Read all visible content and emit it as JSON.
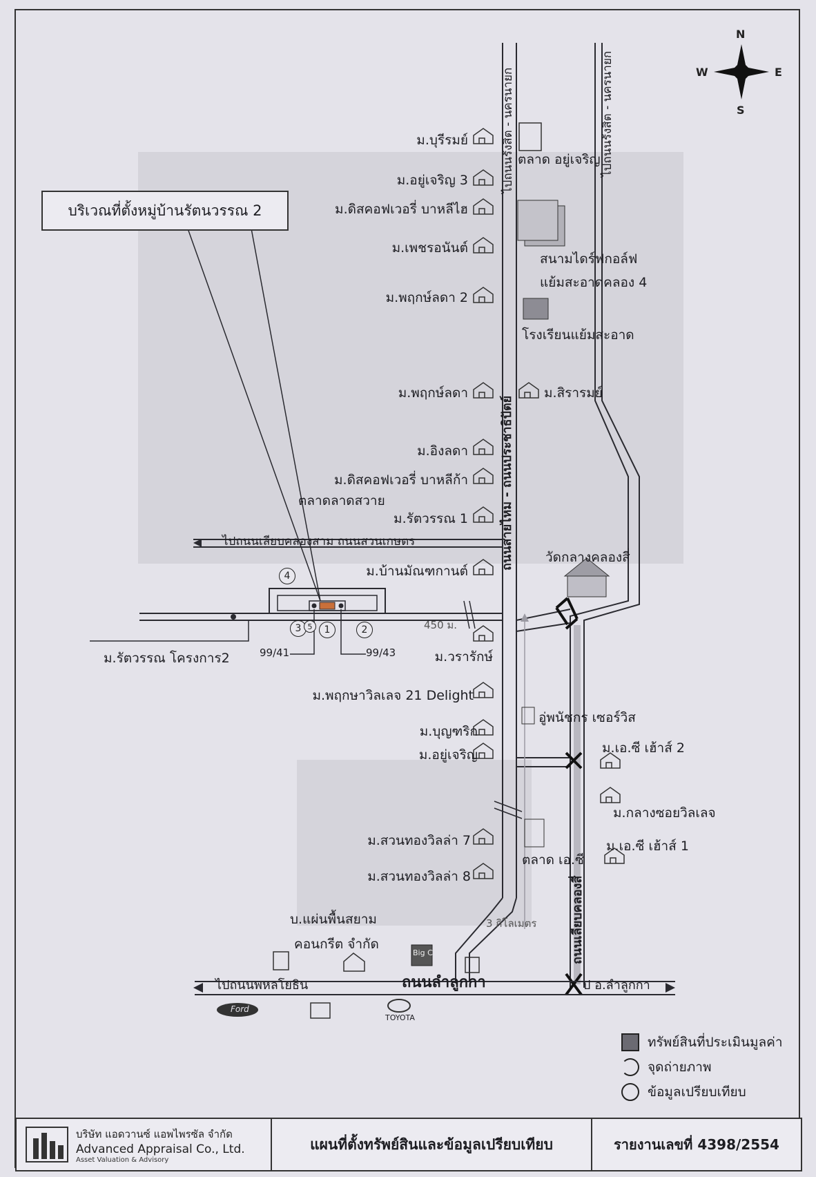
{
  "callout": {
    "title": "บริเวณที่ตั้งหมู่บ้านรัตนวรรณ 2"
  },
  "compass": {
    "n": "N",
    "s": "S",
    "e": "E",
    "w": "W"
  },
  "villages_west": [
    {
      "label": "ม.บุรีรมย์"
    },
    {
      "label": "ม.อยู่เจริญ 3"
    },
    {
      "label": "ม.ดิสคอฟเวอรี่ บาหลีไฮ"
    },
    {
      "label": "ม.เพชรอนันต์"
    },
    {
      "label": "ม.พฤกษ์ลดา 2"
    },
    {
      "label": "ม.พฤกษ์ลดา"
    },
    {
      "label": "ม.อิงลดา"
    },
    {
      "label": "ม.ดิสคอฟเวอรี่ บาหลีก้า"
    },
    {
      "label": "ม.รัตวรรณ 1"
    },
    {
      "label": "ม.บ้านมัณฑกานต์"
    },
    {
      "label": "ม.วรารักษ์"
    },
    {
      "label": "ม.พฤกษาวิลเลจ 21 Delight"
    },
    {
      "label": "ม.บุญฑริก"
    },
    {
      "label": "ม.อยู่เจริญ"
    },
    {
      "label": "ม.สวนทองวิลล่า 7"
    },
    {
      "label": "ม.สวนทองวิลล่า 8"
    }
  ],
  "places": {
    "market_yu_charoen": "ตลาด อยู่เจริญ",
    "driving_range_1": "สนามไดร์ฟกอล์ฟ",
    "driving_range_2": "แย้มสะอาดคลอง 4",
    "school": "โรงเรียนแย้มสะอาด",
    "sirarom": "ม.สิรารมย์",
    "lat_sawai_market": "ตลาดลาดสวาย",
    "temple": "วัดกลางคลองสี่",
    "garage": "อู่พนัชกร เซอร์วิส",
    "ac_house_2": "ม.เอ.ซี เฮ้าส์ 2",
    "klang_soi": "ม.กลางซอยวิลเลจ",
    "ac_house_1": "ม.เอ.ซี เฮ้าส์ 1",
    "ac_market": "ตลาด เอ.ซี",
    "company_1": "บ.แผ่นพื้นสยาม",
    "company_2": "คอนกรีต จำกัด",
    "rattanawan_project2": "ม.รัตวรรณ โครงการ2",
    "lot_99_41": "99/41",
    "lot_99_43": "99/43",
    "distance_450": "450 ม.",
    "distance_3km": "3 กิโลเมตร"
  },
  "roads": {
    "to_rangsit_1": "ไปถนนรังสิต - นครนายก",
    "to_rangsit_2": "ไปถนนรังสิต - นครนายก",
    "main_road": "ถนนสายไหม - ถนนประชาธิปัตย์",
    "klong_4_road": "ถนนเลียบคลองสี่",
    "to_klong_sam": "ไปถนนเลียบคลองสาม  ถนนสวนเกษตร",
    "lam_luk_ka": "ถนนลำลูกกา",
    "to_phahonyothin": "ไปถนนพหลโยธิน",
    "to_lam_luk_ka_district": "ป อ.ลำลูกกา"
  },
  "photo_points": [
    "1",
    "2",
    "3",
    "4",
    "5"
  ],
  "brands": {
    "ford": "Ford",
    "toyota": "TOYOTA",
    "big_c": "Big C"
  },
  "legend": {
    "subject": "ทรัพย์สินที่ประเมินมูลค่า",
    "photo": "จุดถ่ายภาพ",
    "comparable": "ข้อมูลเปรียบเทียบ"
  },
  "footer": {
    "company_th": "บริษัท แอดวานซ์ แอพไพรซัล จำกัด",
    "company_en": "Advanced Appraisal Co., Ltd.",
    "tagline": "Asset Valuation & Advisory",
    "map_title": "แผนที่ตั้งทรัพย์สินและข้อมูลเปรียบเทียบ",
    "report_label": "รายงานเลขที่ 4398/2554"
  },
  "colors": {
    "background": "#e4e3ea",
    "line": "#2a2a30",
    "subject": "#c9703a",
    "shade": "#d2d1d8"
  }
}
